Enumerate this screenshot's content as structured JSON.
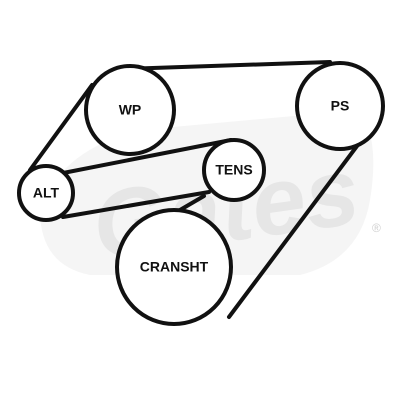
{
  "diagram": {
    "watermark": {
      "brand": "Gates",
      "registered": "®",
      "color": "#e6e6e6"
    },
    "pulleys": {
      "wp": {
        "label": "WP"
      },
      "ps": {
        "label": "PS"
      },
      "alt": {
        "label": "ALT"
      },
      "tens": {
        "label": "TENS"
      },
      "cranshaft": {
        "label": "CRANSHT"
      }
    },
    "colors": {
      "belt": "#111111",
      "pulley_fill": "#ffffff"
    }
  }
}
